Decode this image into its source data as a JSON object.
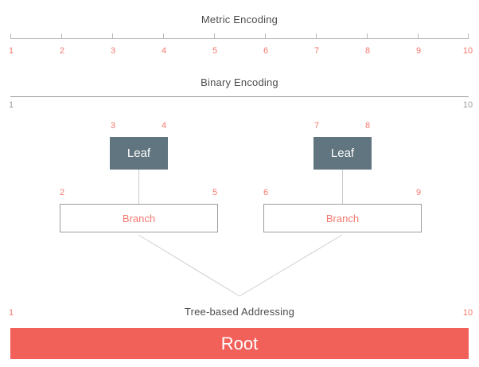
{
  "diagram": {
    "title_metric": "Metric Encoding",
    "title_binary": "Binary Encoding",
    "title_tree": "Tree-based Addressing",
    "colors": {
      "accent_red": "#f4786e",
      "root_fill": "#f2605a",
      "leaf_fill": "#60757f",
      "rule_gray": "#b7b7b7",
      "title_gray": "#4d4d4d",
      "muted_gray": "#a0a0a0"
    }
  },
  "metric_scale": {
    "ticks": [
      "1",
      "2",
      "3",
      "4",
      "5",
      "6",
      "7",
      "8",
      "9",
      "10"
    ]
  },
  "binary_scale": {
    "start": "1",
    "end": "10"
  },
  "leaves": [
    {
      "label": "Leaf",
      "start": "3",
      "end": "4"
    },
    {
      "label": "Leaf",
      "start": "7",
      "end": "8"
    }
  ],
  "branches": [
    {
      "label": "Branch",
      "start": "2",
      "end": "5"
    },
    {
      "label": "Branch",
      "start": "6",
      "end": "9"
    }
  ],
  "root": {
    "label": "Root",
    "start": "1",
    "end": "10"
  }
}
